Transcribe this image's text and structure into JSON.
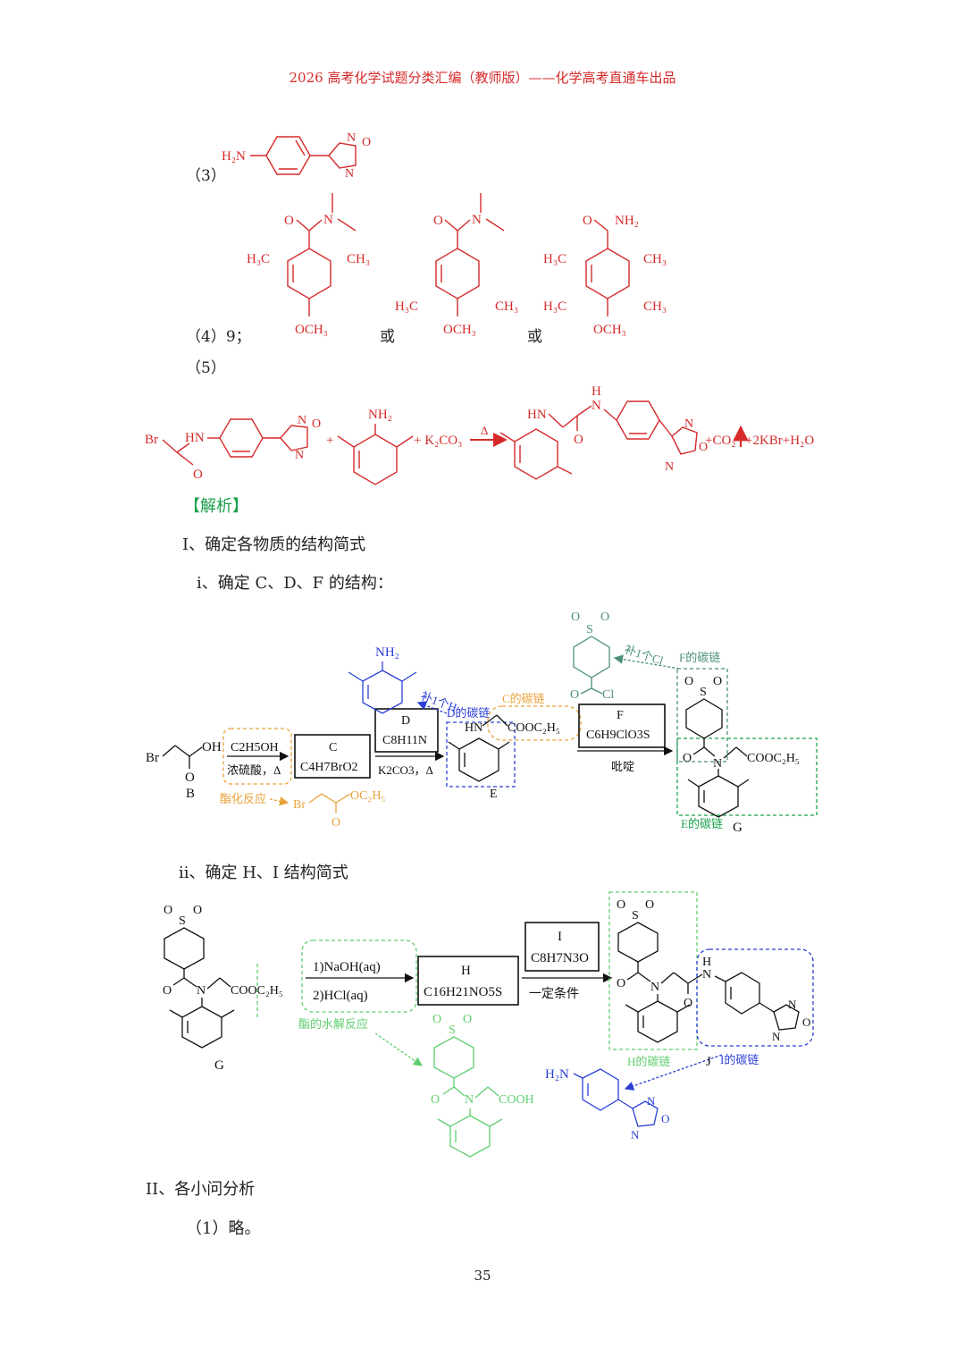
{
  "header": {
    "title": "2026 高考化学试题分类汇编（教师版）——化学高考直通车出品"
  },
  "answers": {
    "q3_label": "（3）",
    "q4_label": "（4）9；",
    "q5_label": "（5）",
    "or_1": "或",
    "or_2": "或"
  },
  "analysis": {
    "tag": "【解析】",
    "section1": "I、确定各物质的结构简式",
    "sub_i": "i、确定 C、D、F 的结构：",
    "sub_ii": "ii、确定 H、I 结构简式",
    "section2": "II、各小问分析",
    "q1": "（1）略。"
  },
  "scheme1": {
    "compound_B": "B",
    "compound_C": "C",
    "formula_C": "C4H7BrO2",
    "compound_D": "D",
    "formula_D": "C8H11N",
    "compound_F": "F",
    "formula_F": "C6H9ClO3S",
    "compound_E": "E",
    "compound_G": "G",
    "reagent_1_top": "C2H5OH",
    "reagent_1_bottom": "浓硫酸，Δ",
    "reagent_2_bottom": "K2CO3，Δ",
    "reagent_3_bottom": "吡啶",
    "note_ester": "酯化反应",
    "note_add_H": "补1个H",
    "note_D_chain": "D的碳链",
    "note_C_chain": "C的碳链",
    "note_add_Cl": "补1个Cl",
    "note_F_chain": "F的碳链",
    "note_E_chain": "E的碳链"
  },
  "scheme2": {
    "compound_G": "G",
    "compound_H": "H",
    "formula_H": "C16H21NO5S",
    "compound_I": "I",
    "formula_I": "C8H7N3O",
    "compound_J": "J",
    "reagent_1": "1)NaOH(aq)",
    "reagent_2": "2)HCl(aq)",
    "reagent_3": "一定条件",
    "note_hydrolysis": "酯的水解反应",
    "note_H_chain": "H的碳链",
    "note_I_chain": "I的碳链"
  },
  "colors": {
    "answer_red": "#d62a2a",
    "analysis_green": "#19a04a",
    "annot_blue": "#2b3fd6",
    "annot_orange": "#e8a23a",
    "annot_teal": "#4a8f7a",
    "annot_lightgreen": "#5fcf6f"
  },
  "footer": {
    "page_number": "35"
  }
}
